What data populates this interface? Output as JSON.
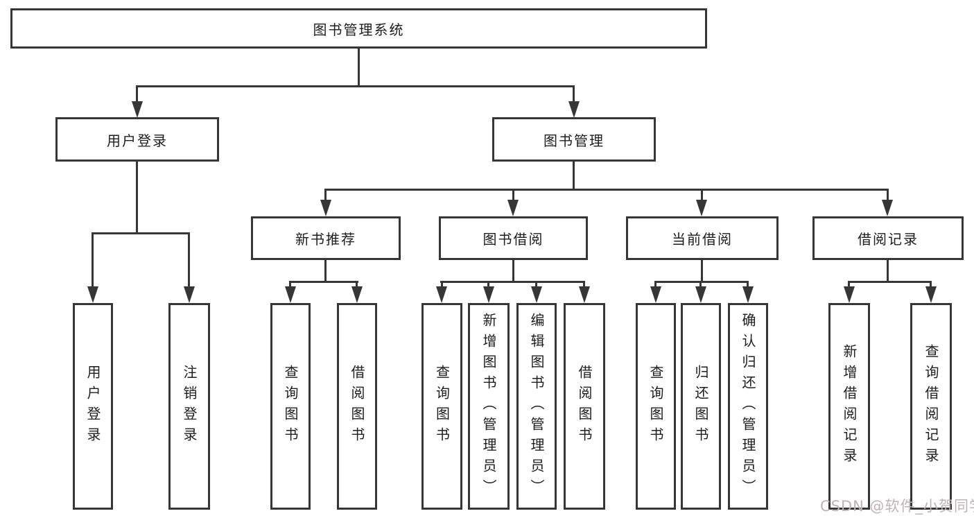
{
  "diagram": {
    "root": {
      "label": "图书管理系统"
    },
    "level2": [
      {
        "label": "用户登录"
      },
      {
        "label": "图书管理"
      }
    ],
    "level3": [
      {
        "label": "新书推荐"
      },
      {
        "label": "图书借阅"
      },
      {
        "label": "当前借阅"
      },
      {
        "label": "借阅记录"
      }
    ],
    "leaves": {
      "user_login": [
        "用户登录",
        "注销登录"
      ],
      "new_book_recommend": [
        "查询图书",
        "借阅图书"
      ],
      "book_borrow": [
        "查询图书",
        "新增图书（管理员）",
        "编辑图书（管理员）",
        "借阅图书"
      ],
      "current_borrow": [
        "查询图书",
        "归还图书",
        "确认归还（管理员）"
      ],
      "borrow_records": [
        "新增借阅记录",
        "查询借阅记录"
      ]
    }
  },
  "watermark": {
    "text": "CSDN @软件_小贺同学"
  },
  "colors": {
    "line": "#363636",
    "text": "#1d1d1d",
    "watermark": "#bdb3b4",
    "background": "#ffffff"
  }
}
